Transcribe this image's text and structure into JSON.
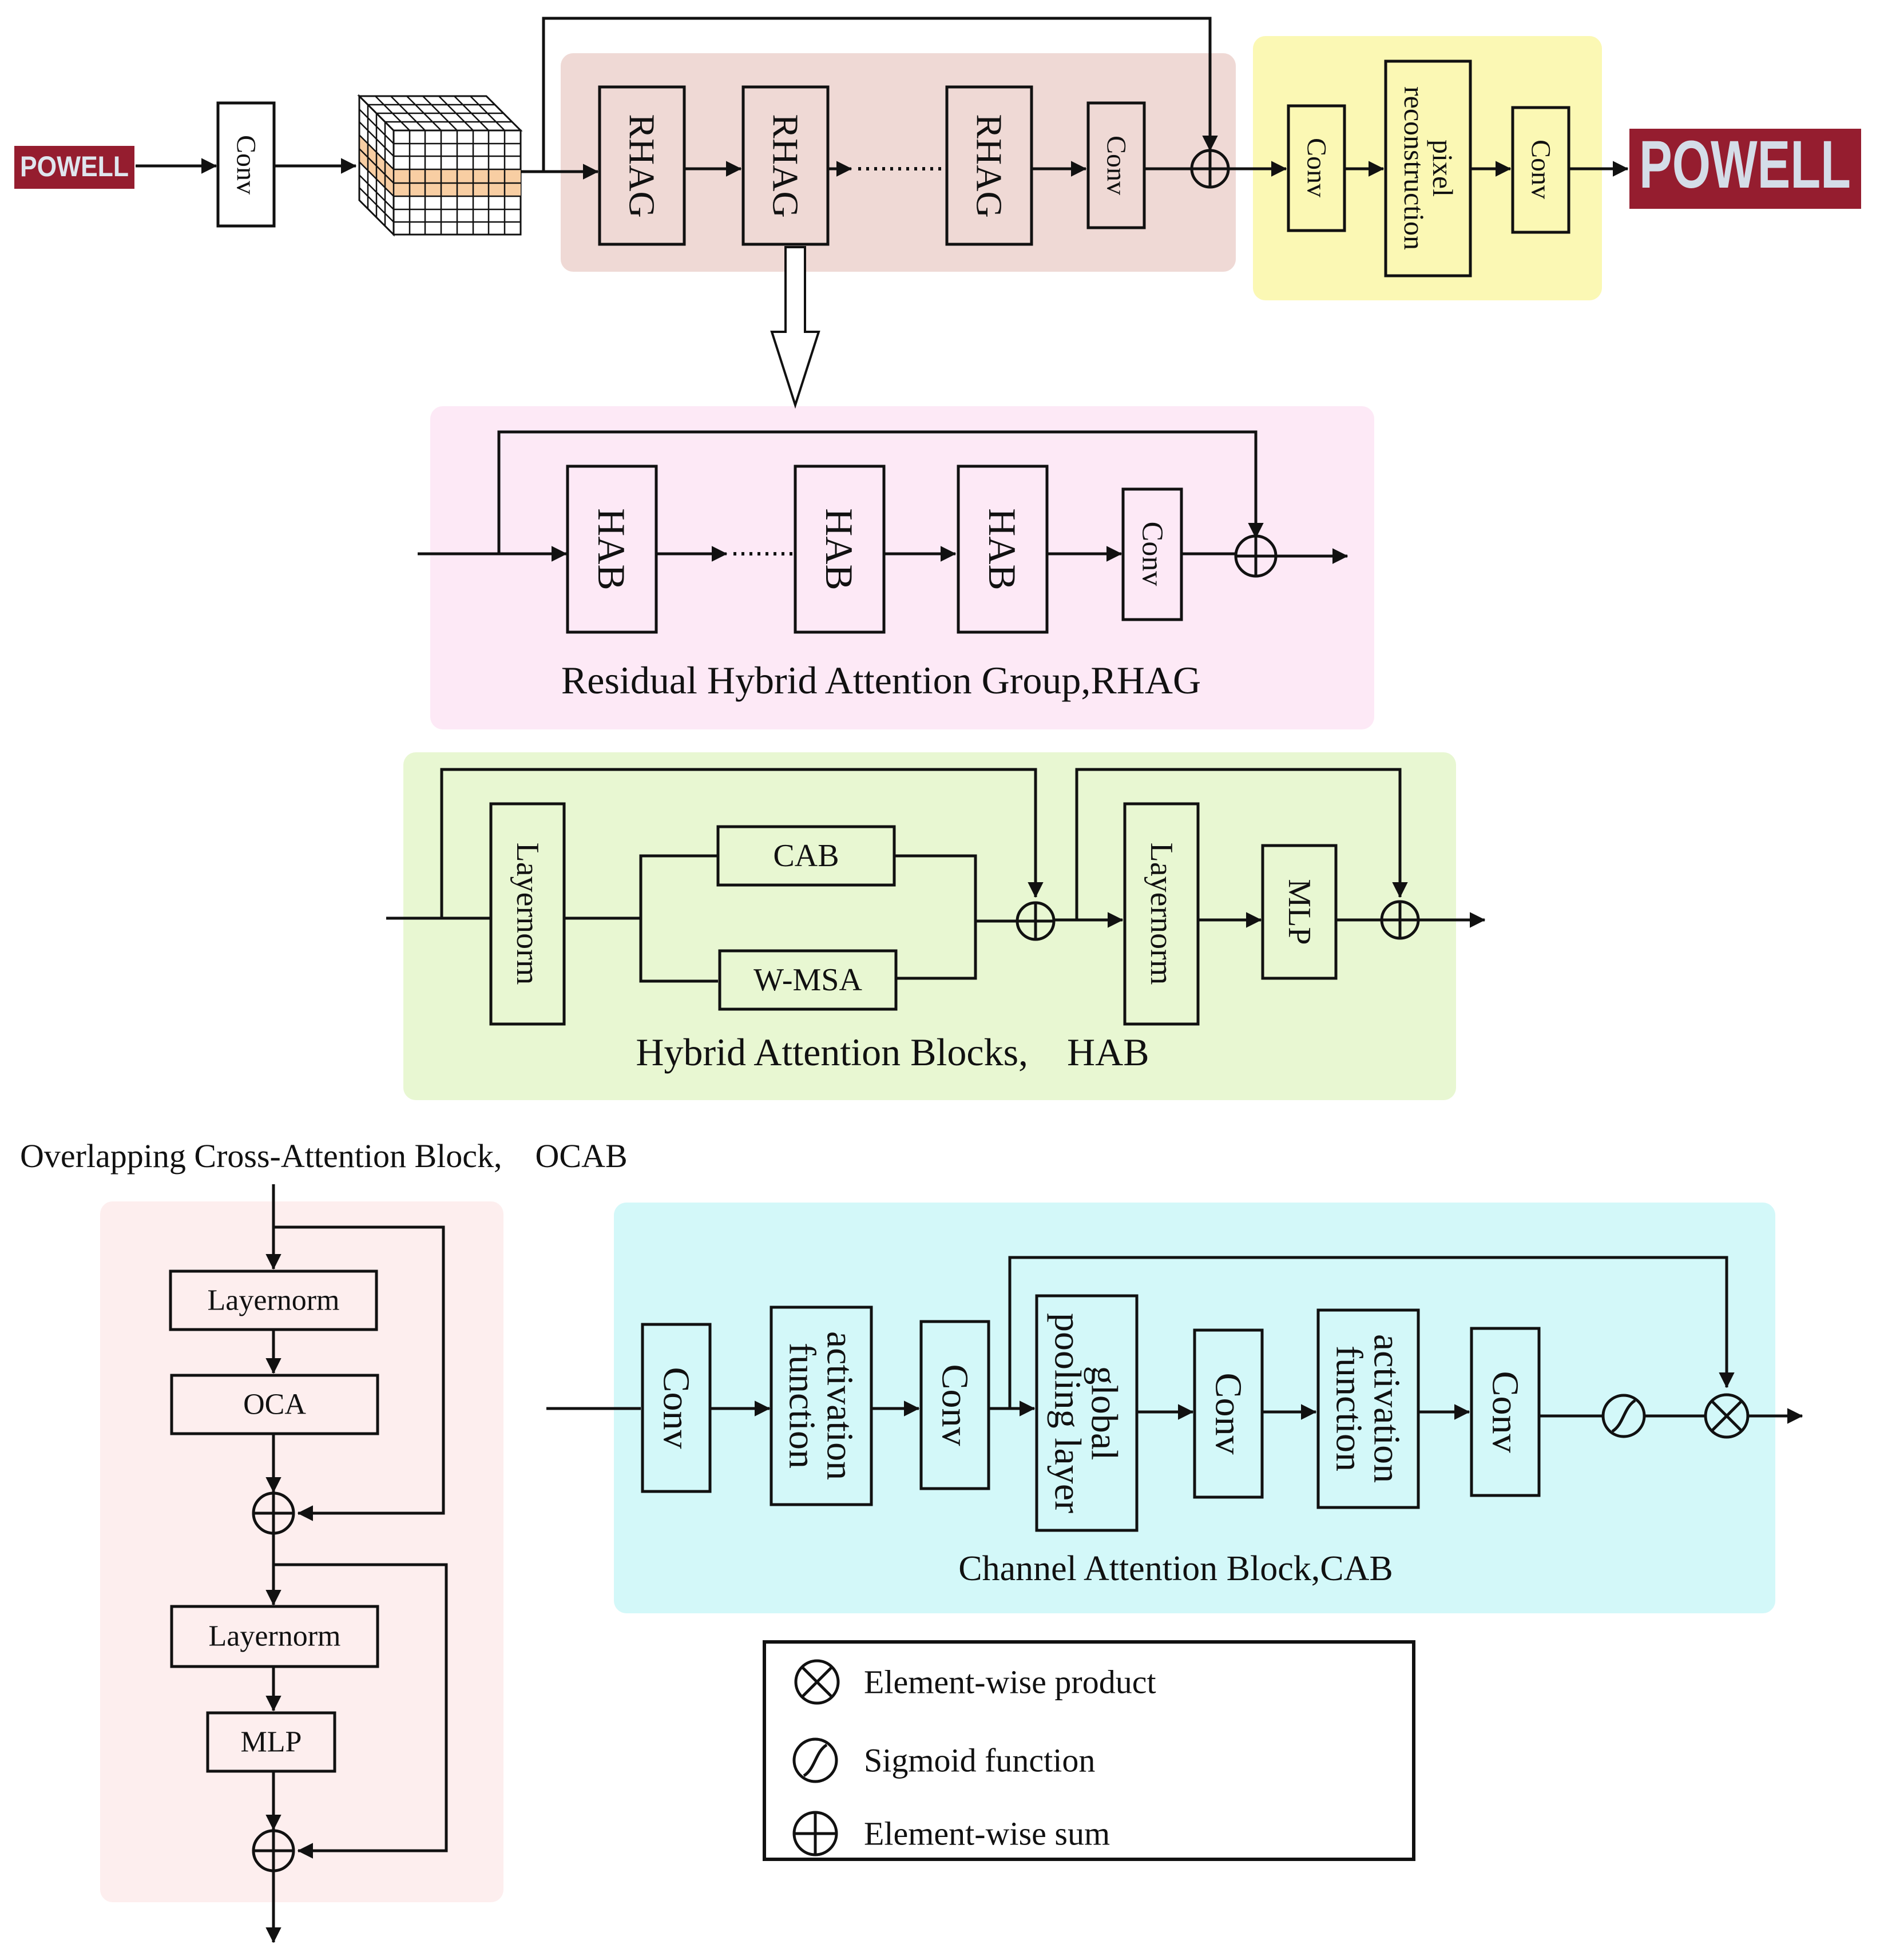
{
  "top": {
    "conv": "Conv",
    "rhag": "RHAG",
    "recon_line1": "pixel",
    "recon_line2": "reconstruction",
    "input_text": "POWELL",
    "output_text": "POWELL"
  },
  "rhag_detail": {
    "hab": "HAB",
    "conv": "Conv",
    "caption": "Residual Hybrid Attention Group,RHAG"
  },
  "hab_detail": {
    "layernorm": "Layernorm",
    "cab": "CAB",
    "wmsa": "W-MSA",
    "mlp": "MLP",
    "caption": "Hybrid Attention Blocks,　HAB"
  },
  "ocab": {
    "title": "Overlapping Cross-Attention Block,　OCAB",
    "layernorm": "Layernorm",
    "oca": "OCA",
    "mlp": "MLP"
  },
  "cab_detail": {
    "conv": "Conv",
    "act_line1": "activation",
    "act_line2": "function",
    "pool_line1": "global",
    "pool_line2": "pooling layer",
    "caption": "Channel Attention Block,CAB"
  },
  "legend": {
    "product": "Element-wise product",
    "sigmoid": "Sigmoid function",
    "sum": "Element-wise sum"
  },
  "colors": {
    "rhag_bg": "#efd9d5",
    "recon_bg": "#fbf8b4",
    "rhag_detail_bg": "#fde9f6",
    "hab_bg": "#e8f7d2",
    "ocab_bg": "#fdeeee",
    "cab_bg": "#d3f8f9",
    "feature_band": "#f8cea3",
    "image_bg": "#951d2f"
  }
}
